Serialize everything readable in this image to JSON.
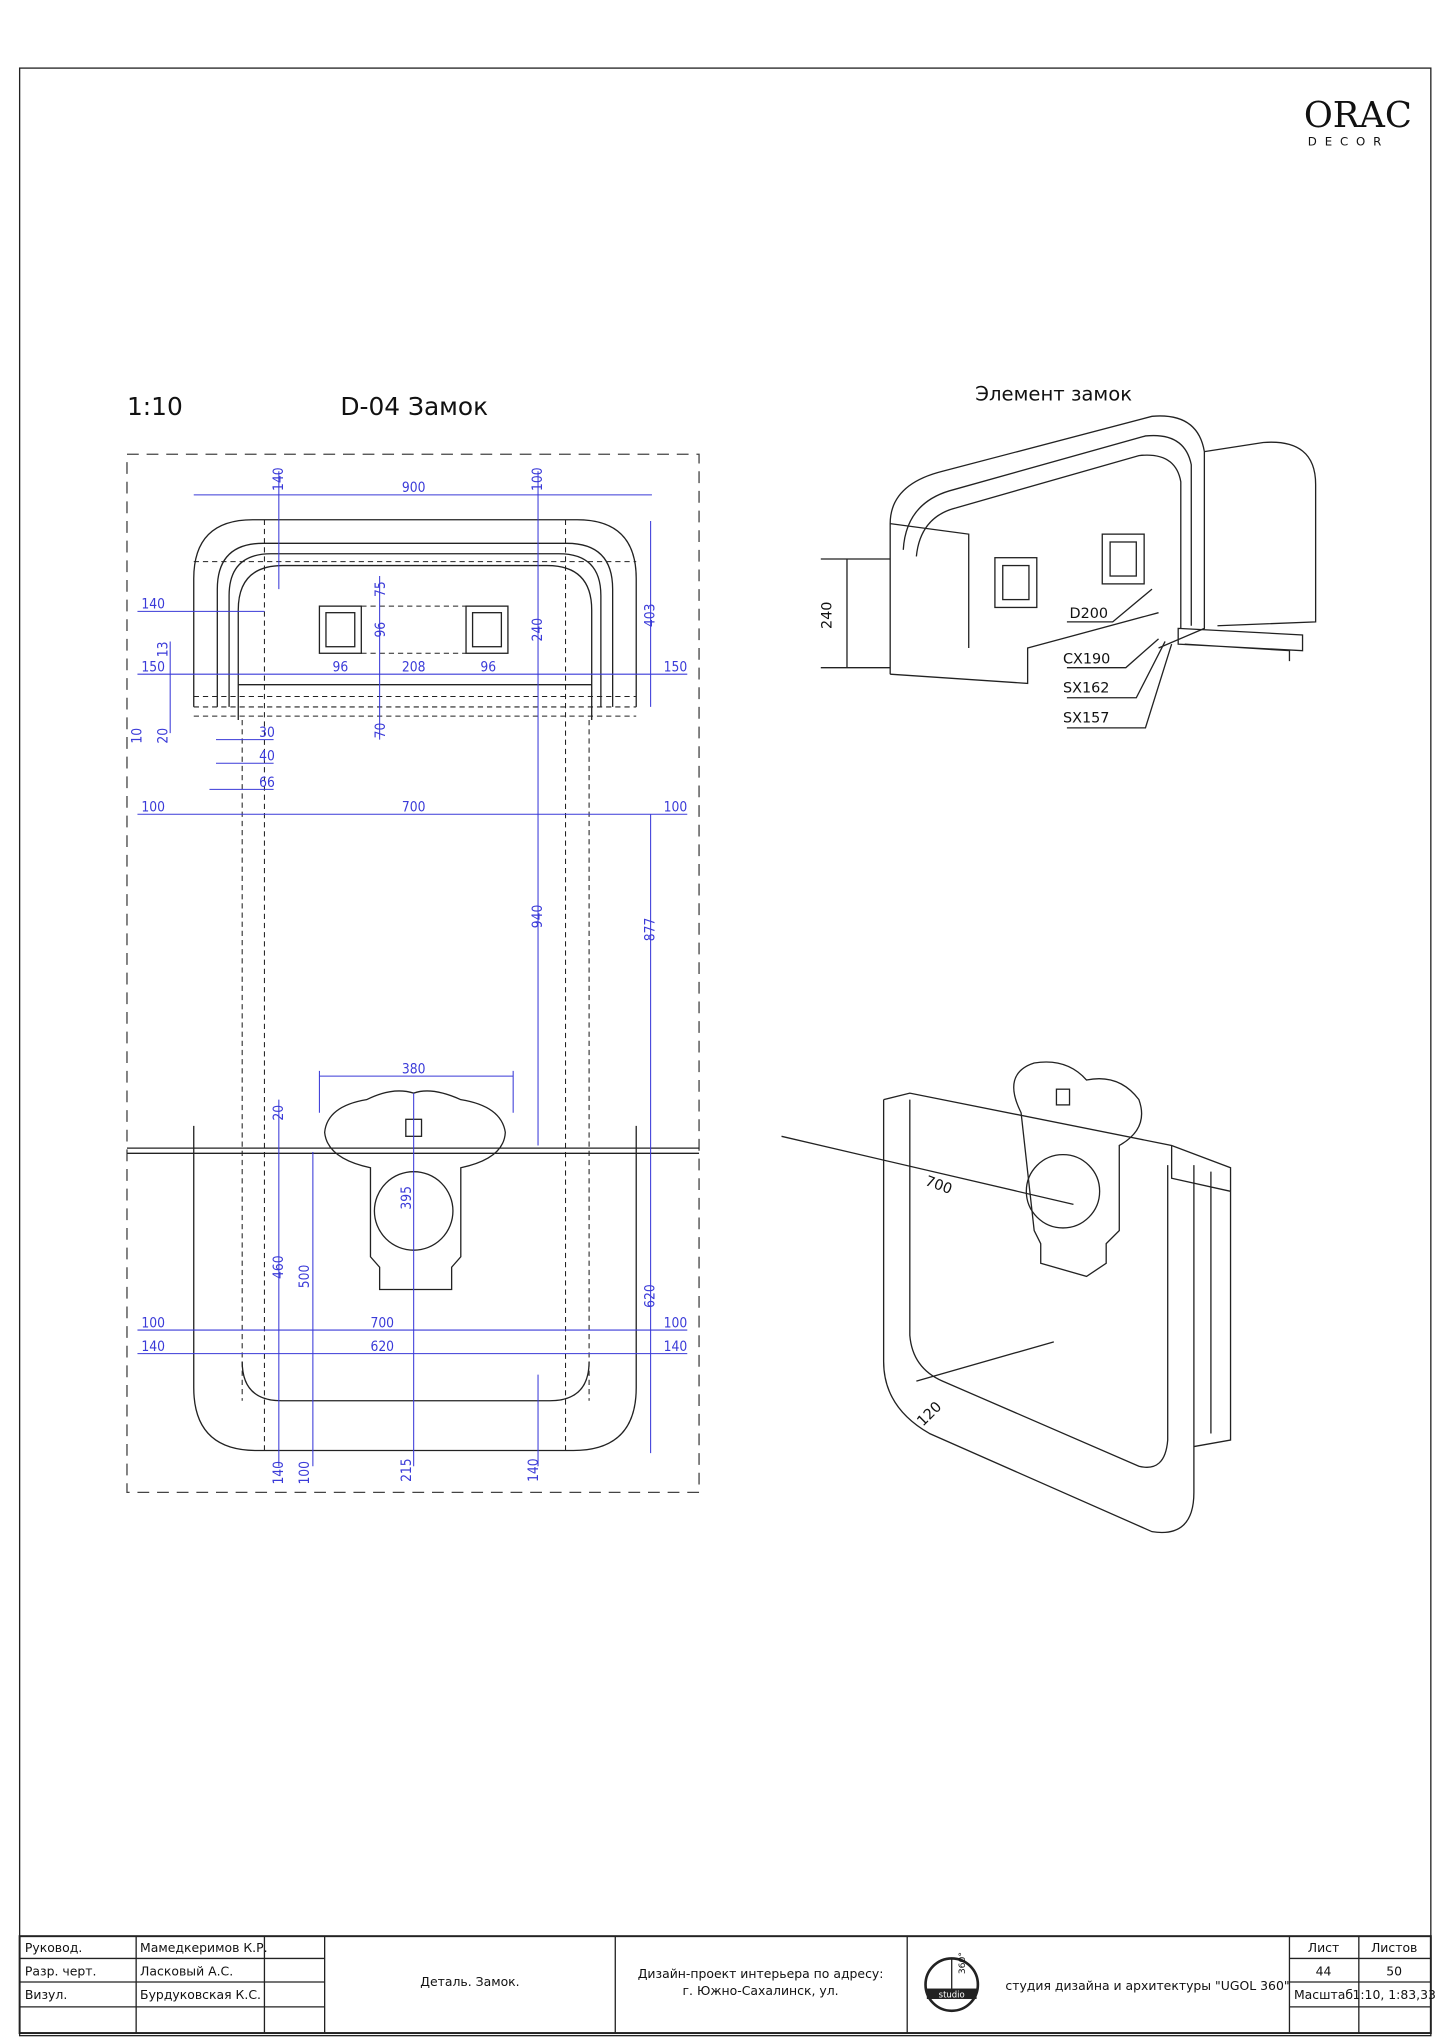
{
  "logo": {
    "line1": "ORAC",
    "line2": "DECOR"
  },
  "drawing": {
    "scale": "1:10",
    "title": "D-04 Замок",
    "iso_title": "Элемент замок",
    "dims": [
      "140",
      "900",
      "100",
      "140",
      "75",
      "96",
      "240",
      "403",
      "13",
      "150",
      "96",
      "208",
      "96",
      "150",
      "10",
      "20",
      "70",
      "30",
      "40",
      "66",
      "100",
      "700",
      "100",
      "940",
      "877",
      "380",
      "20",
      "395",
      "460",
      "500",
      "620",
      "100",
      "700",
      "100",
      "140",
      "620",
      "140",
      "140",
      "100",
      "215",
      "140"
    ],
    "iso_dims": [
      "240",
      "700",
      "120"
    ],
    "profiles": [
      "D200",
      "CX190",
      "SX162",
      "SX157"
    ]
  },
  "title_block": {
    "roles": [
      {
        "role": "Руковод.",
        "name": "Мамедкеримов К.Р."
      },
      {
        "role": "Разр. черт.",
        "name": "Ласковый А.С."
      },
      {
        "role": "Визул.",
        "name": "Бурдуковская К.С."
      }
    ],
    "sheet_name": "Деталь. Замок.",
    "project_line1": "Дизайн-проект интерьера по адресу:",
    "project_line2": "г. Южно-Сахалинск, ул.",
    "studio_logo": {
      "text1": "360°",
      "text2": "studio"
    },
    "studio": "студия дизайна и архитектуры \"UGOL 360\"",
    "sheet_label": "Лист",
    "sheets_label": "Листов",
    "sheet": "44",
    "sheets": "50",
    "scale_label": "Масштаб",
    "scale": "1:10, 1:83,33"
  }
}
